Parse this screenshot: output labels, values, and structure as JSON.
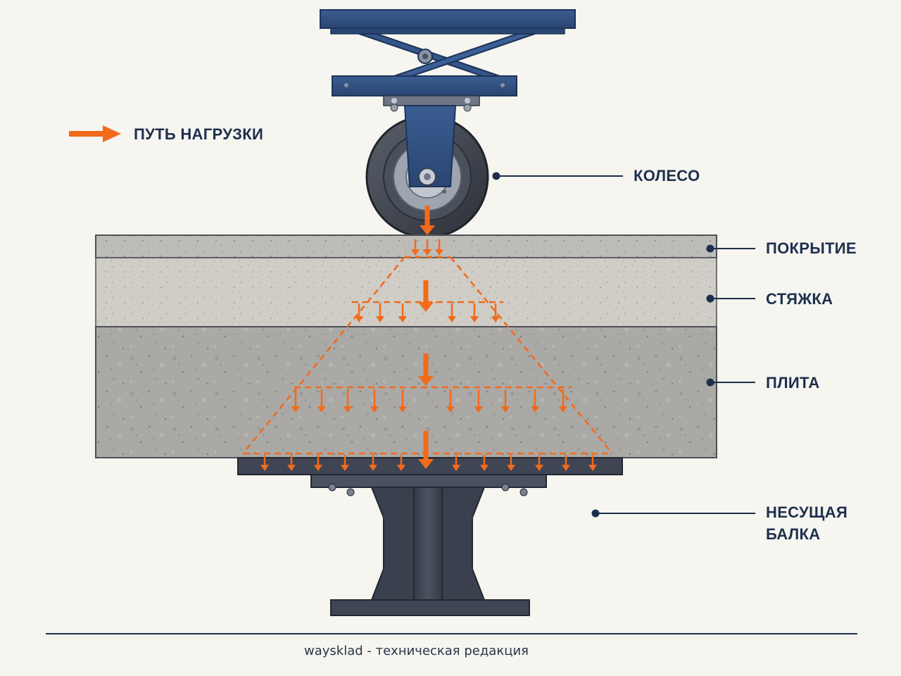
{
  "legend": {
    "load_path_label": "ПУТЬ НАГРУЗКИ"
  },
  "labels": {
    "wheel": "КОЛЕСО",
    "covering": "ПОКРЫТИЕ",
    "screed": "СТЯЖКА",
    "slab": "ПЛИТА",
    "beam_line1": "НЕСУЩАЯ",
    "beam_line2": "БАЛКА"
  },
  "footer": {
    "brand": "waysklad",
    "separator": " - ",
    "caption": "техническая редакция"
  },
  "colors": {
    "background": "#f6f5f0",
    "label_text": "#1e2f4d",
    "load_arrow": "#f26a1b",
    "frame_blue": "#2f4f80",
    "steel": "#3f4553",
    "concrete_covering": "#bdbcb7",
    "concrete_screed": "#cfcdc6",
    "concrete_slab": "#aaa9a6"
  },
  "icons": {
    "legend": "orange-arrow-icon",
    "wheel": "caster-wheel-icon",
    "beam": "steel-i-beam-icon"
  }
}
